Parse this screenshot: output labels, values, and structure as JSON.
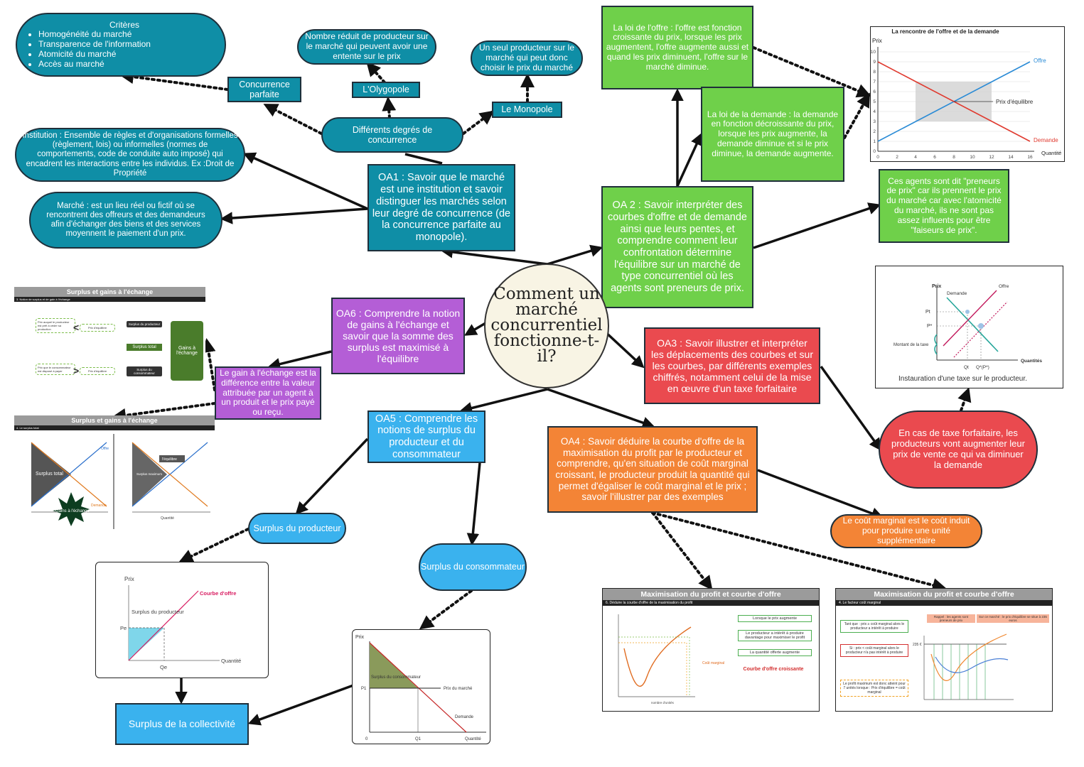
{
  "center": {
    "question": "Comment un marché concurrentiel fonctionne-t-il?"
  },
  "oa1": {
    "text": "OA1 : Savoir que le marché est une institution et savoir distinguer les marchés selon leur degré de concurrence (de la concurrence parfaite au monopole)."
  },
  "degres": {
    "text": "Différents degrés de concurrence"
  },
  "concurrence_parfaite": {
    "text": "Concurrence parfaite"
  },
  "oligopole": {
    "text": "L'Olygopole"
  },
  "monopole": {
    "text": "Le Monopole"
  },
  "criteres": {
    "title": "Critères",
    "items": [
      "Homogénéité du marché",
      "Transparence de l'information",
      "Atomicité du marché",
      "Accès au marché"
    ]
  },
  "oligopole_def": {
    "text": "Nombre réduit de producteur sur le marché qui peuvent avoir une entente sur le prix"
  },
  "monopole_def": {
    "text": "Un seul producteur sur le marché qui peut donc choisir le prix du marché"
  },
  "institution": {
    "text": "Institution : Ensemble de règles et d'organisations formelles (règlement, lois) ou informelles (normes de comportements, code de conduite auto imposé) qui encadrent les interactions entre les individus. Ex :Droit de Propriété"
  },
  "marche": {
    "text": "Marché : est un lieu réel ou fictif où se rencontrent des offreurs et des demandeurs afin d'échanger des biens et des services moyennent le paiement d'un prix."
  },
  "oa2": {
    "text": "OA 2 : Savoir interpréter des courbes d'offre et de demande ainsi que leurs pentes, et comprendre comment leur confrontation détermine l'équilibre sur un marché de type concurrentiel où les agents sont preneurs de prix."
  },
  "loi_offre": {
    "text": "La loi de l'offre : l'offre est fonction croissante du prix, lorsque les prix augmentent, l'offre augmente aussi et quand les prix diminuent, l'offre sur le marché diminue."
  },
  "loi_demande": {
    "text": "La loi de la demande : la demande en fonction décroissante du prix, lorsque les prix augmente, la demande diminue et si le prix diminue, la demande augmente."
  },
  "preneurs": {
    "text": "Ces agents sont dit \"preneurs de prix\" car ils prennent le prix du marché car avec l'atomicité du marché, ils ne sont pas assez influents pour être \"faiseurs de prix\"."
  },
  "chart_rencontre": {
    "title": "La rencontre de l'offre et de la demande",
    "ylabel": "Prix",
    "xlabel": "Quantité",
    "offre_label": "Offre",
    "demande_label": "Demande",
    "eq_label": "Prix d'équilibre",
    "xticks": [
      "0",
      "2",
      "4",
      "6",
      "8",
      "10",
      "12",
      "14",
      "16"
    ],
    "yticks": [
      "0",
      "1",
      "2",
      "3",
      "4",
      "5",
      "6",
      "7",
      "8",
      "9",
      "10"
    ]
  },
  "oa3": {
    "text": "OA3 : Savoir illustrer et interpréter les déplacements des courbes et sur les courbes, par différents exemples chiffrés, notamment celui de la mise en œuvre d'un taxe forfaitaire"
  },
  "taxe_effet": {
    "text": "En cas de taxe forfaitaire, les producteurs vont augmenter leur prix de vente ce qui va diminuer la demande"
  },
  "taxe_fig": {
    "caption": "Instauration d'une taxe sur le producteur.",
    "prix": "Prix",
    "demande": "Demande",
    "offre": "Offre",
    "pt": "Pt",
    "pstar": "P*",
    "montant": "Montant de la taxe",
    "qt": "Qt",
    "qstar": "Q*(P*)",
    "quantites": "Quantités"
  },
  "oa4": {
    "text": "OA4 : Savoir déduire la courbe d'offre de la maximisation du profit par le producteur et comprendre, qu'en situation de coût marginal croissant, le producteur produit la quantité qui permet d'égaliser le coût marginal et le prix ; savoir l'illustrer par des exemples"
  },
  "cout_marginal": {
    "text": "Le coût marginal est le coût induit pour produire une unité supplémentaire"
  },
  "max_fig1": {
    "title": "Maximisation du profit et courbe d'offre",
    "subtitle": "6. Déduire la courbe d'offre de la maximisation du profit",
    "box1": "Lorsque le prix augmente",
    "box2": "Le producteur a intérêt à produire davantage pour maximiser le profit",
    "box3": "La quantité offerte augmente",
    "result": "Courbe d'offre croissante",
    "legend": "Coût marginal",
    "xlabel": "nombre d'unités"
  },
  "max_fig2": {
    "title": "Maximisation du profit et courbe d'offre",
    "subtitle": "4. Le facteur coût marginal",
    "rappel": "Rappel : les agents sont preneurs de prix",
    "sur_marche": "Sur ce marché : le prix d'équilibre se situe à 235 euros",
    "tant_que": "Tant que : prix ≥ coût marginal alors le producteur a intérêt à produire",
    "si": "Si : prix < coût marginal alors le producteur n'a pas intérêt à produire",
    "conclusion": "Le profit maximum est donc atteint pour 7 unités lorsque : Prix d'équilibre = coût marginal",
    "price": "235 €"
  },
  "oa6": {
    "text": "OA6 : Comprendre la notion de gains à l'échange et savoir que la somme des surplus est maximisé à l'équilibre"
  },
  "gain_def": {
    "text": "Le gain à l'échange est la différence entre la valeur attribuée par un agent à un produit et le prix payé ou reçu."
  },
  "surplus_fig1": {
    "title": "Surplus et gains à l'échange",
    "subtitle": "3. Notion de surplus et de gain à l'échange",
    "a1": "Prix auquel le producteur est prêt à céder sa production",
    "a2": "Prix que le consommateur est disposé à payer",
    "pe1": "Prix d'équilibre",
    "pe2": "Prix d'équilibre",
    "sp": "Surplus du producteur",
    "st": "Surplus total",
    "sc": "Surplus du consommateur",
    "gains": "Gains à l'échange"
  },
  "surplus_fig2": {
    "title": "Surplus et gains à l'échange",
    "subtitle": "4. Le surplus total",
    "surplus_total": "Surplus total",
    "gains": "Gains à l'échange",
    "offre": "Offre",
    "demande": "Demande",
    "equilibre": "l'équilibre",
    "surplus_max": "Surplus maximum",
    "xlabel": "Quantité"
  },
  "oa5": {
    "text": "OA5 : Comprendre les notions de surplus du producteur et du consommateur"
  },
  "surplus_prod": {
    "text": "Surplus du producteur"
  },
  "surplus_cons": {
    "text": "Surplus du consommateur"
  },
  "collectivite": {
    "text": "Surplus de la collectivité"
  },
  "prod_fig": {
    "prix": "Prix",
    "courbe": "Courbe d'offre",
    "surplus": "Surplus du producteur",
    "pe": "Pe",
    "qe": "Qe",
    "quantite": "Quantité"
  },
  "cons_fig": {
    "prix": "Prix",
    "surplus": "Surplus du consommateur",
    "p1": "P1",
    "prix_marche": "Prix du marché",
    "demande": "Demande",
    "zero": "0",
    "q1": "Q1",
    "quantite": "Quantité"
  },
  "colors": {
    "teal": "#0f8ea6",
    "green": "#6fd04a",
    "purple": "#b45ed6",
    "red": "#ea4a4f",
    "orange": "#f38436",
    "blue": "#3ab2ee"
  }
}
